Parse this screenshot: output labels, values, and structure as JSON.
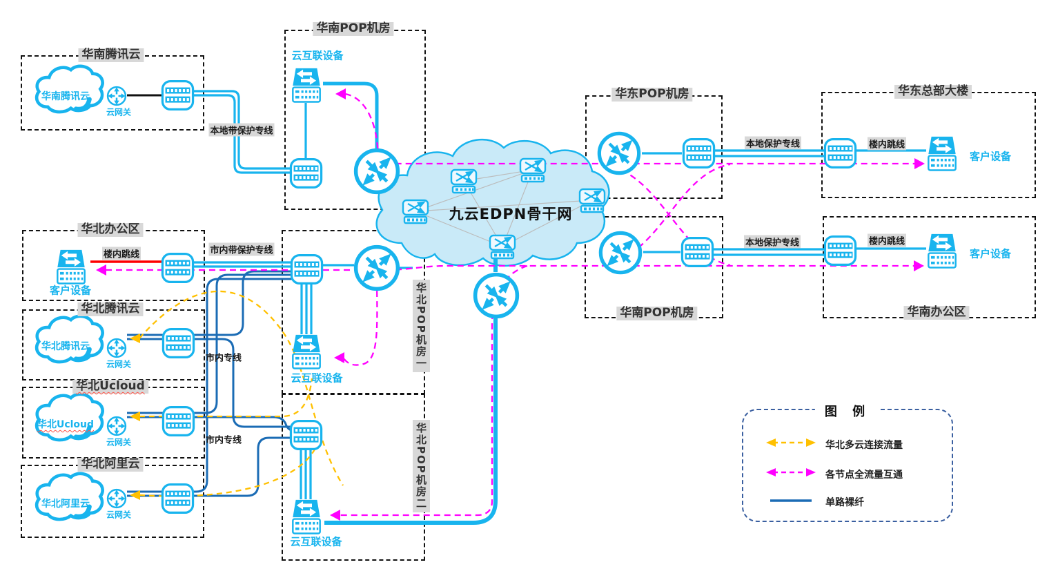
{
  "backbone": {
    "label": "九云EDPN骨干网"
  },
  "boxes": {
    "south_tencent": {
      "title": "华南腾讯云"
    },
    "south_pop_top": {
      "title": "华南POP机房"
    },
    "east_pop": {
      "title": "华东POP机房"
    },
    "east_hq": {
      "title": "华东总部大楼"
    },
    "south_pop_right": {
      "title": "华南POP机房"
    },
    "south_office": {
      "title": "华南办公区"
    },
    "north_office": {
      "title": "华北办公区"
    },
    "north_tencent": {
      "title": "华北腾讯云"
    },
    "north_ucloud": {
      "title": "华北Ucloud"
    },
    "north_ali": {
      "title": "华北阿里云"
    },
    "north_pop1": {
      "title": "华北POP机房一"
    },
    "north_pop2": {
      "title": "华北POP机房二"
    }
  },
  "devices": {
    "cloud_south_tencent": "华南腾讯云",
    "cloud_north_tencent": "华北腾讯云",
    "cloud_north_ucloud": "华北Ucloud",
    "cloud_north_ali": "华北阿里云",
    "gateway": "云网关",
    "interconnect": "云互联设备",
    "customer": "客户设备"
  },
  "line_labels": {
    "local_band_protect": "本地带保护专线",
    "city_band_protect": "市内带保护专线",
    "building_jumper": "楼内跳线",
    "city_line": "市内专线",
    "local_protect": "本地保护专线"
  },
  "legend": {
    "title": "图  例",
    "items": [
      {
        "label": "华北多云连接流量",
        "color": "#FFC000",
        "style": "dashed-arrow"
      },
      {
        "label": "各节点全流量互通",
        "color": "#FF00FF",
        "style": "dashed-arrow"
      },
      {
        "label": "单路裸纤",
        "color": "#1B6CB5",
        "style": "solid"
      }
    ]
  },
  "colors": {
    "cyan": "#18B4EE",
    "dark_blue": "#1B6CB5",
    "magenta": "#FF00FF",
    "yellow": "#FFC000",
    "red": "#FF0000",
    "cloud_fill": "#C9EAF8",
    "title_bg": "#D8D8D8"
  }
}
